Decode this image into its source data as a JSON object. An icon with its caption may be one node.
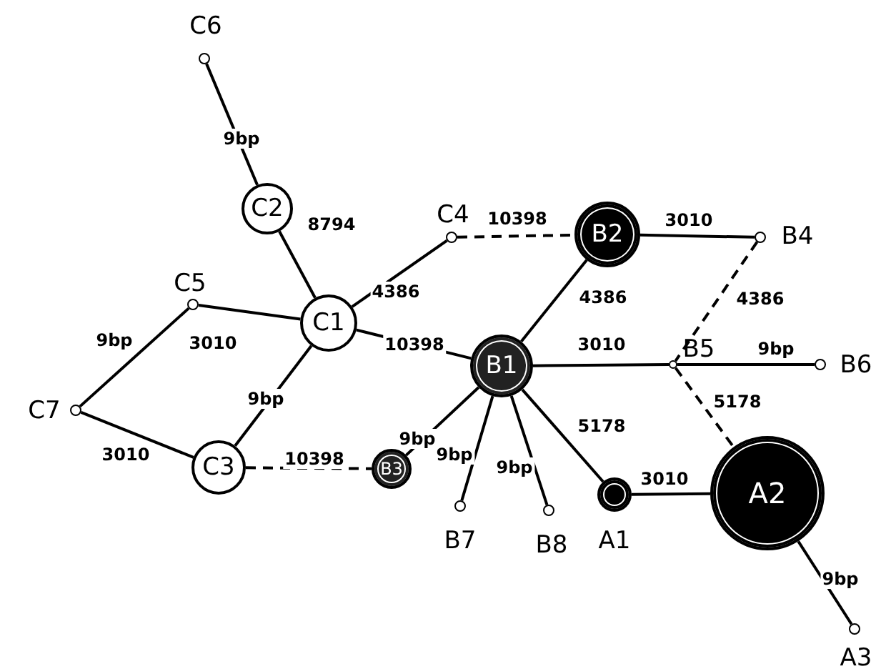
{
  "diagram": {
    "nodes": [
      {
        "text": [
          "C6"
        ]
      },
      {
        "text": [
          "C2"
        ]
      },
      {
        "text": [
          "C5"
        ]
      },
      {
        "text": [
          "C1"
        ]
      },
      {
        "text": [
          "C4"
        ]
      },
      {
        "text": [
          "B2"
        ]
      },
      {
        "text": [
          "B4"
        ]
      },
      {
        "text": [
          "B1"
        ]
      },
      {
        "text": [
          "B5"
        ]
      },
      {
        "text": [
          "B6"
        ]
      },
      {
        "text": [
          "C7"
        ]
      },
      {
        "text": [
          "C3"
        ]
      },
      {
        "text": [
          "B3"
        ]
      },
      {
        "text": [
          "B7"
        ]
      },
      {
        "text": [
          "B8"
        ]
      },
      {
        "text": [
          "A1"
        ]
      },
      {
        "text": [
          "A2"
        ]
      },
      {
        "text": [
          "A3"
        ]
      }
    ],
    "edges": [
      {
        "from": 0,
        "to": 1,
        "arrow": "none",
        "label": "9bp"
      },
      {
        "from": 1,
        "to": 3,
        "arrow": "none",
        "label": "8794"
      },
      {
        "from": 2,
        "to": 3,
        "arrow": "none",
        "label": "3010"
      },
      {
        "from": 10,
        "to": 2,
        "arrow": "none",
        "label": "9bp"
      },
      {
        "from": 10,
        "to": 11,
        "arrow": "none",
        "label": "3010"
      },
      {
        "from": 11,
        "to": 3,
        "arrow": "none",
        "label": "9bp"
      },
      {
        "from": 3,
        "to": 4,
        "arrow": "none",
        "label": "4386"
      },
      {
        "from": 4,
        "to": 5,
        "arrow": "none",
        "label": "10398",
        "style": "dashed"
      },
      {
        "from": 3,
        "to": 7,
        "arrow": "none",
        "label": "10398"
      },
      {
        "from": 7,
        "to": 5,
        "arrow": "none",
        "label": "4386"
      },
      {
        "from": 5,
        "to": 6,
        "arrow": "none",
        "label": "3010"
      },
      {
        "from": 6,
        "to": 8,
        "arrow": "none",
        "label": "4386",
        "style": "dashed"
      },
      {
        "from": 7,
        "to": 8,
        "arrow": "none",
        "label": "3010"
      },
      {
        "from": 8,
        "to": 9,
        "arrow": "none",
        "label": "9bp"
      },
      {
        "from": 8,
        "to": 16,
        "arrow": "none",
        "label": "5178",
        "style": "dashed"
      },
      {
        "from": 11,
        "to": 12,
        "arrow": "none",
        "label": "10398",
        "style": "dashed"
      },
      {
        "from": 7,
        "to": 12,
        "arrow": "none",
        "label": "9bp"
      },
      {
        "from": 7,
        "to": 13,
        "arrow": "none",
        "label": "9bp"
      },
      {
        "from": 7,
        "to": 14,
        "arrow": "none",
        "label": "9bp"
      },
      {
        "from": 7,
        "to": 15,
        "arrow": "none",
        "label": "5178"
      },
      {
        "from": 15,
        "to": 16,
        "arrow": "none",
        "label": "3010"
      },
      {
        "from": 16,
        "to": 17,
        "arrow": "none",
        "label": "9bp"
      }
    ]
  }
}
